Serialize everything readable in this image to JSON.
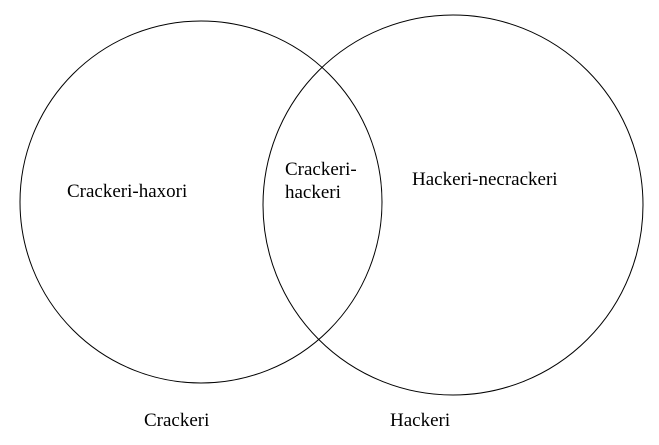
{
  "sets": [
    {
      "name": "Crackeri",
      "region_label": "Crackeri-haxori"
    },
    {
      "name": "Hackeri",
      "region_label": "Hackeri-necrackeri"
    }
  ],
  "intersection": {
    "line1": "Crackeri-",
    "line2": "hackeri"
  },
  "colors": {
    "stroke": "#000000",
    "background": "#ffffff"
  }
}
